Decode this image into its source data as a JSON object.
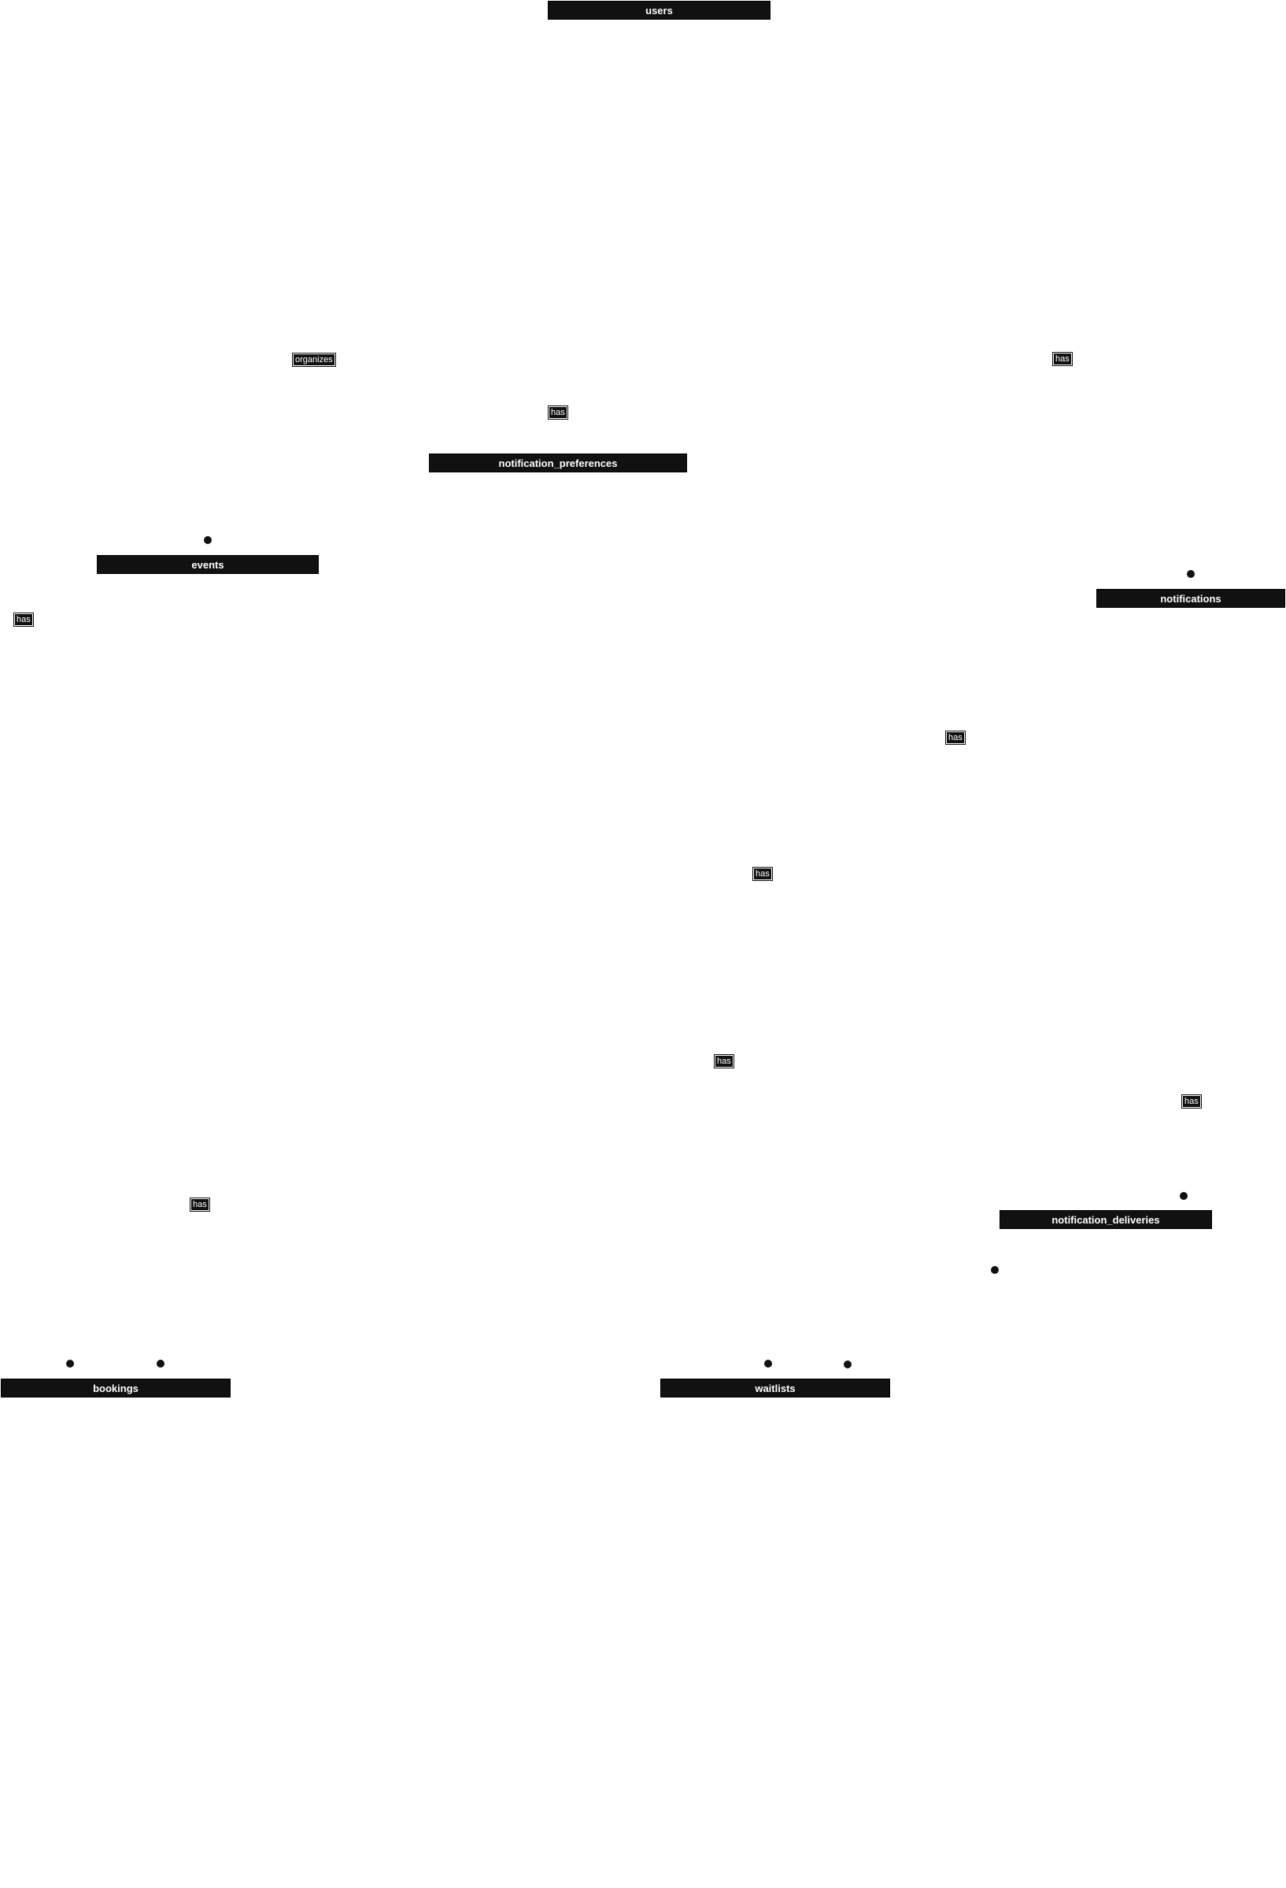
{
  "entities": {
    "users": "users",
    "notification_preferences": "notification_preferences",
    "events": "events",
    "notifications": "notifications",
    "notification_deliveries": "notification_deliveries",
    "bookings": "bookings",
    "waitlists": "waitlists"
  },
  "relationships": {
    "organizes": "organizes",
    "has_users_notifications": "has",
    "has_users_preferences": "has",
    "has_events_left": "has",
    "has_notifications_deliveries": "has",
    "has_middle_1": "has",
    "has_middle_2": "has",
    "has_deliveries_right": "has",
    "has_events_bookings": "has"
  }
}
